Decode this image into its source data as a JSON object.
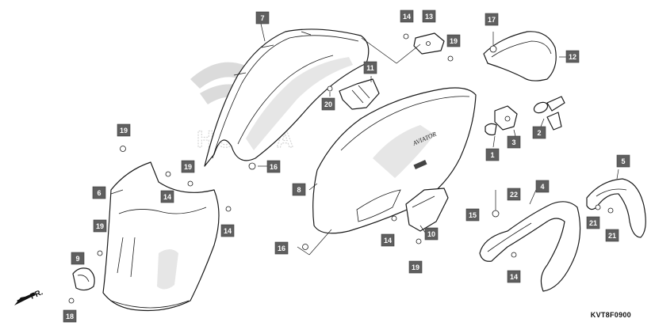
{
  "diagram": {
    "code": "KVT8F0900",
    "front_label": "FR.",
    "watermark_text": "HONDA",
    "decal_text": "AVIATOR",
    "callouts": [
      {
        "id": "c7",
        "label": "7"
      },
      {
        "id": "c14a",
        "label": "14"
      },
      {
        "id": "c13",
        "label": "13"
      },
      {
        "id": "c19a",
        "label": "19"
      },
      {
        "id": "c17",
        "label": "17"
      },
      {
        "id": "c12",
        "label": "12"
      },
      {
        "id": "c11",
        "label": "11"
      },
      {
        "id": "c20",
        "label": "20"
      },
      {
        "id": "c1",
        "label": "1"
      },
      {
        "id": "c3",
        "label": "3"
      },
      {
        "id": "c2",
        "label": "2"
      },
      {
        "id": "c19b",
        "label": "19"
      },
      {
        "id": "c16a",
        "label": "16"
      },
      {
        "id": "c19c",
        "label": "19"
      },
      {
        "id": "c14b",
        "label": "14"
      },
      {
        "id": "c6",
        "label": "6"
      },
      {
        "id": "c14c",
        "label": "14"
      },
      {
        "id": "c8",
        "label": "8"
      },
      {
        "id": "c5",
        "label": "5"
      },
      {
        "id": "c4",
        "label": "4"
      },
      {
        "id": "c22",
        "label": "22"
      },
      {
        "id": "c15",
        "label": "15"
      },
      {
        "id": "c21a",
        "label": "21"
      },
      {
        "id": "c21b",
        "label": "21"
      },
      {
        "id": "c19d",
        "label": "19"
      },
      {
        "id": "c10",
        "label": "10"
      },
      {
        "id": "c14d",
        "label": "14"
      },
      {
        "id": "c16b",
        "label": "16"
      },
      {
        "id": "c19e",
        "label": "19"
      },
      {
        "id": "c9",
        "label": "9"
      },
      {
        "id": "c14e",
        "label": "14"
      },
      {
        "id": "c18",
        "label": "18"
      }
    ]
  }
}
